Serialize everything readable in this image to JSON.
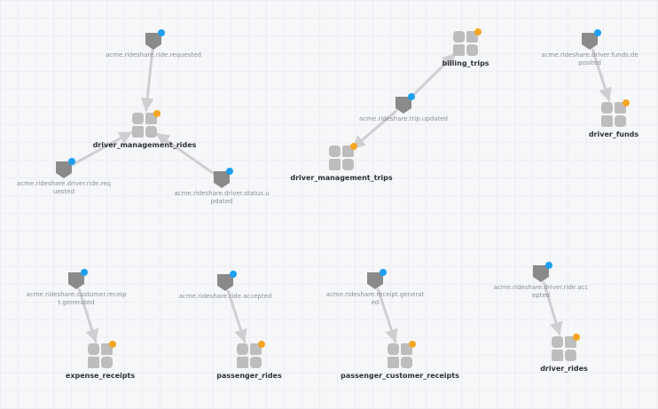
{
  "colors": {
    "edge": "#cfcfd2",
    "node_fill": "#8a8a8a",
    "table_fill": "#bdbdbd",
    "topic_badge": "#1ea0f2",
    "table_badge": "#f5a623",
    "background": "#f6f7f9"
  },
  "icons": {
    "topic": "topic-shield-icon",
    "table": "table-grid-icon"
  },
  "topics": {
    "ride_requested": {
      "lines": [
        "acme.rideshare.ride.requested"
      ]
    },
    "driver_ride_requested": {
      "lines": [
        "acme.rideshare.driver.ride.req",
        "uested"
      ]
    },
    "driver_status_updated": {
      "lines": [
        "acme.rideshare.driver.status.u",
        "pdated"
      ]
    },
    "trip_updated": {
      "lines": [
        "acme.rideshare.trip.updated"
      ]
    },
    "driver_funds_deposited": {
      "lines": [
        "acme.rideshare.driver.funds.de",
        "posited"
      ]
    },
    "customer_receipt_generated": {
      "lines": [
        "acme.rideshare.customer.receip",
        "t.generated"
      ]
    },
    "ride_accepted": {
      "lines": [
        "acme.rideshare.ride.accepted"
      ]
    },
    "receipt_generated": {
      "lines": [
        "acme.rideshare.receipt.generat",
        "ed"
      ]
    },
    "driver_ride_accepted": {
      "lines": [
        "acme.rideshare.driver.ride.acc",
        "epted"
      ]
    }
  },
  "tables": {
    "driver_management_rides": {
      "label": "driver_management_rides"
    },
    "billing_trips": {
      "label": "billing_trips"
    },
    "driver_management_trips": {
      "label": "driver_management_trips"
    },
    "driver_funds": {
      "label": "driver_funds"
    },
    "expense_receipts": {
      "label": "expense_receipts"
    },
    "passenger_rides": {
      "label": "passenger_rides"
    },
    "passenger_customer_receipts": {
      "label": "passenger_customer_receipts"
    },
    "driver_rides": {
      "label": "driver_rides"
    }
  },
  "edges": [
    {
      "from": "ride_requested",
      "to": "driver_management_rides"
    },
    {
      "from": "driver_ride_requested",
      "to": "driver_management_rides"
    },
    {
      "from": "driver_status_updated",
      "to": "driver_management_rides"
    },
    {
      "from": "trip_updated",
      "to": "billing_trips"
    },
    {
      "from": "trip_updated",
      "to": "driver_management_trips"
    },
    {
      "from": "driver_funds_deposited",
      "to": "driver_funds"
    },
    {
      "from": "customer_receipt_generated",
      "to": "expense_receipts"
    },
    {
      "from": "ride_accepted",
      "to": "passenger_rides"
    },
    {
      "from": "receipt_generated",
      "to": "passenger_customer_receipts"
    },
    {
      "from": "driver_ride_accepted",
      "to": "driver_rides"
    }
  ]
}
